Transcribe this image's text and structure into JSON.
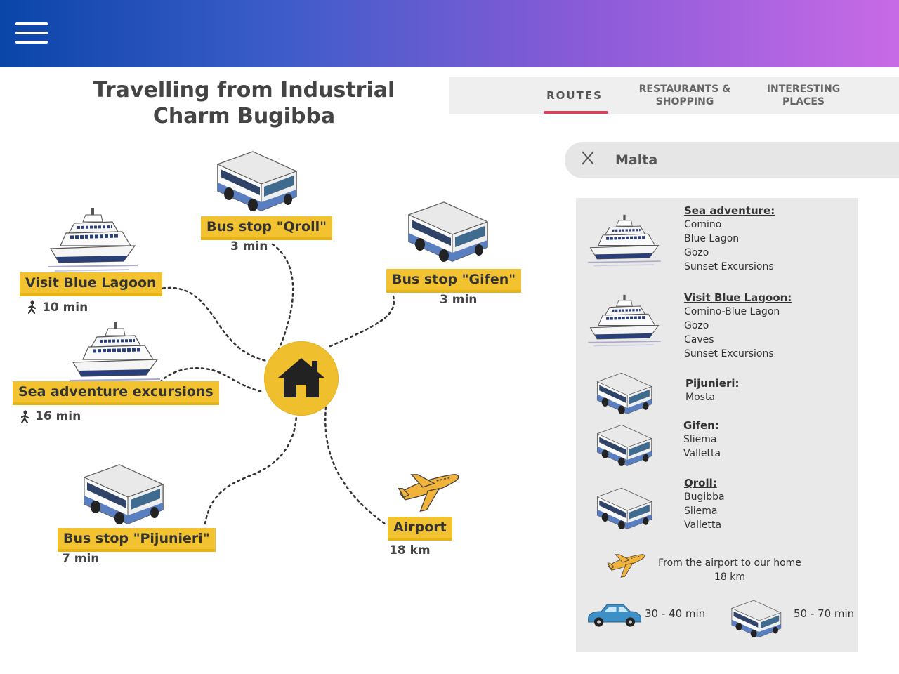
{
  "header": {
    "menu_icon": "hamburger-menu-icon",
    "gradient": [
      "#0a45a8",
      "#c86ae6"
    ]
  },
  "title": {
    "line1": "Travelling from Industrial",
    "line2": "Charm Bugibba"
  },
  "tabs": [
    {
      "label": "ROUTES",
      "active": true
    },
    {
      "label1": "RESTAURANTS &",
      "label2": "SHOPPING"
    },
    {
      "label1": "INTERESTING",
      "label2": "PLACES"
    }
  ],
  "search": {
    "value": "Malta",
    "clear_icon": "x-icon"
  },
  "map": {
    "qroll": {
      "label": "Bus stop \"Qroll\"",
      "time": "3 min"
    },
    "gifen": {
      "label": "Bus stop \"Gifen\"",
      "time": "3 min"
    },
    "blue_lagoon": {
      "label": "Visit Blue Lagoon",
      "time": "10 min"
    },
    "sea_adventure": {
      "label": "Sea adventure excursions",
      "time": "16 min"
    },
    "pijunieri": {
      "label": "Bus stop \"Pijunieri\"",
      "time": "7 min"
    },
    "airport": {
      "label": "Airport",
      "distance": "18 km"
    }
  },
  "routes": {
    "sea_adventure": {
      "title": "Sea adventure:",
      "items": [
        "Comino",
        "Blue Lagon",
        "Gozo",
        "Sunset Excursions"
      ]
    },
    "blue_lagoon": {
      "title": "Visit Blue Lagoon:",
      "items": [
        "Comino-Blue Lagon",
        "Gozo",
        "Caves",
        "Sunset Excursions"
      ]
    },
    "pijunieri": {
      "title": "Pijunieri:",
      "items": [
        "Mosta"
      ]
    },
    "gifen": {
      "title": "Gifen:",
      "items": [
        "Sliema",
        "Valletta"
      ]
    },
    "qroll": {
      "title": "Qroll:",
      "items": [
        "Bugibba",
        "Sliema",
        "Valletta"
      ]
    },
    "airport": {
      "line1": "From the airport to our home",
      "line2": "18 km"
    },
    "car_time": "30 - 40 min",
    "bus_time": "50 - 70 min"
  },
  "colors": {
    "accent_label": "#f2c230",
    "tab_underline": "#d8455a",
    "panel_bg": "#e9e9e9"
  }
}
